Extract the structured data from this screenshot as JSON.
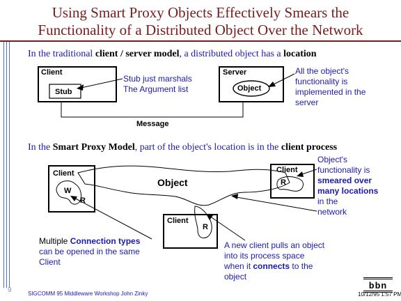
{
  "slide": {
    "title_line1": "Using Smart Proxy Objects Effectively Smears the",
    "title_line2": "Functionality of a Distributed Object Over the Network"
  },
  "section1": {
    "intro_prefix": "In the traditional",
    "intro_bold1": "client / server model",
    "intro_mid": ",  a distributed object has a",
    "intro_bold2": "location",
    "client_label": "Client",
    "stub_label": "Stub",
    "server_label": "Server",
    "object_label": "Object",
    "message_label": "Message",
    "stub_note_line1": "Stub just marshals",
    "stub_note_line2": "The Argument list",
    "server_note_line1": "All the object's",
    "server_note_line2": "functionality is",
    "server_note_line3": "implemented in the",
    "server_note_line4": "server"
  },
  "section2": {
    "intro_prefix": "In the",
    "intro_bold1": "Smart Proxy Model",
    "intro_mid": ", part of the object's location is in the",
    "intro_bold2": "client process",
    "client_label": "Client",
    "w_label": "W",
    "r_label": "R",
    "object_label": "Object",
    "smear_line1": "Object's",
    "smear_line2a": "functionality is",
    "smear_line3": "smeared over",
    "smear_line4": "many locations",
    "smear_line5": "in the",
    "smear_line6": "network",
    "conn_line1a": "Multiple",
    "conn_line1b": "Connection types",
    "conn_line2": "can be opened in the same",
    "conn_line3": "Client",
    "pull_line1": "A new client pulls an object",
    "pull_line2": "into its process  space",
    "pull_line3a": "when it",
    "pull_line3b": "connects",
    "pull_line3c": "to the",
    "pull_line4": "object"
  },
  "footer": {
    "page_number": "9",
    "workshop": "SIGCOMM 95 Middleware Workshop   John Zinky",
    "logo_text": "bbn",
    "datetime": "10/12/95  1:57 PM"
  },
  "colors": {
    "title": "#7a1b1b",
    "text_blue": "#1a1ab0",
    "rule_blue": "#4a6ed8"
  }
}
